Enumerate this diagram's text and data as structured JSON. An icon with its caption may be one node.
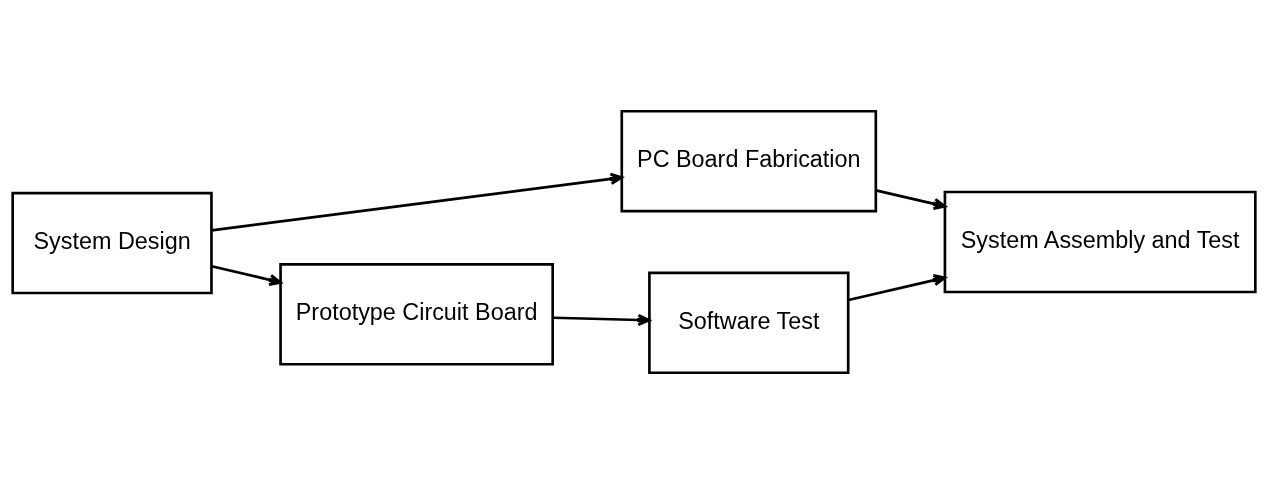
{
  "diagram": {
    "nodes": [
      {
        "text": [
          "System Design"
        ]
      },
      {
        "text": [
          "PC Board Fabrication"
        ]
      },
      {
        "text": [
          "System Assembly and Test"
        ]
      },
      {
        "text": [
          "Prototype Circuit Board"
        ]
      },
      {
        "text": [
          "Software Test"
        ]
      }
    ],
    "edges": [
      {
        "from": 0,
        "to": 1,
        "arrow": "to"
      },
      {
        "from": 1,
        "to": 2,
        "arrow": "to"
      },
      {
        "from": 0,
        "to": 3,
        "arrow": "to"
      },
      {
        "from": 3,
        "to": 4,
        "arrow": "to"
      },
      {
        "from": 4,
        "to": 2,
        "arrow": "to"
      }
    ]
  }
}
